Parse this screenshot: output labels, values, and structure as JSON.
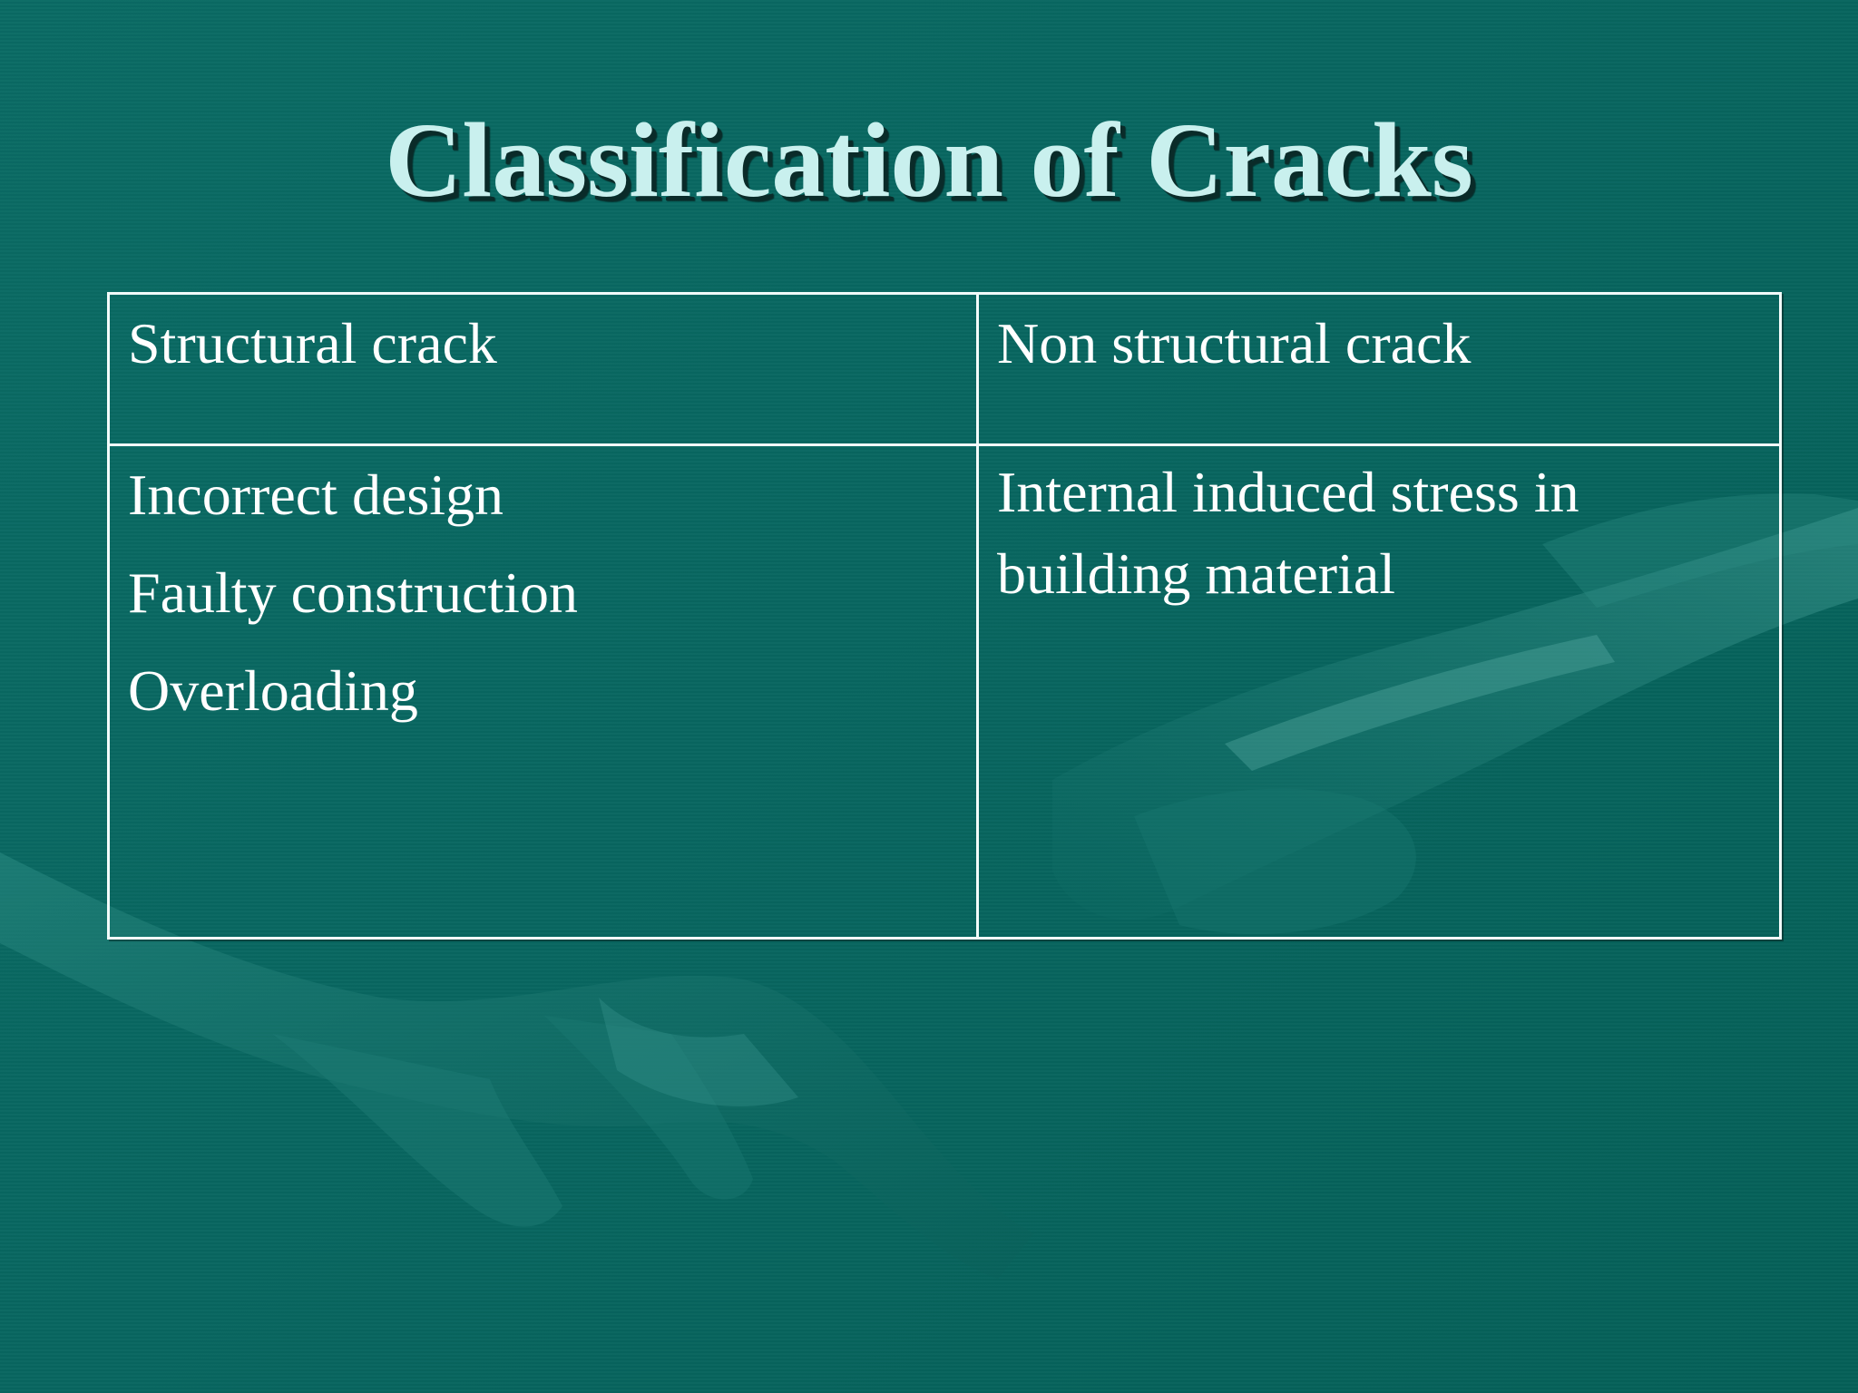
{
  "slide": {
    "title": "Classification of Cracks",
    "background_color": "#08665f",
    "title_color": "#c9f0ee",
    "table": {
      "headers": [
        "Structural crack",
        "Non structural crack"
      ],
      "structural_causes": [
        "Incorrect design",
        "Faulty construction",
        "Overloading"
      ],
      "non_structural_cause": "Internal induced stress in building material"
    }
  }
}
